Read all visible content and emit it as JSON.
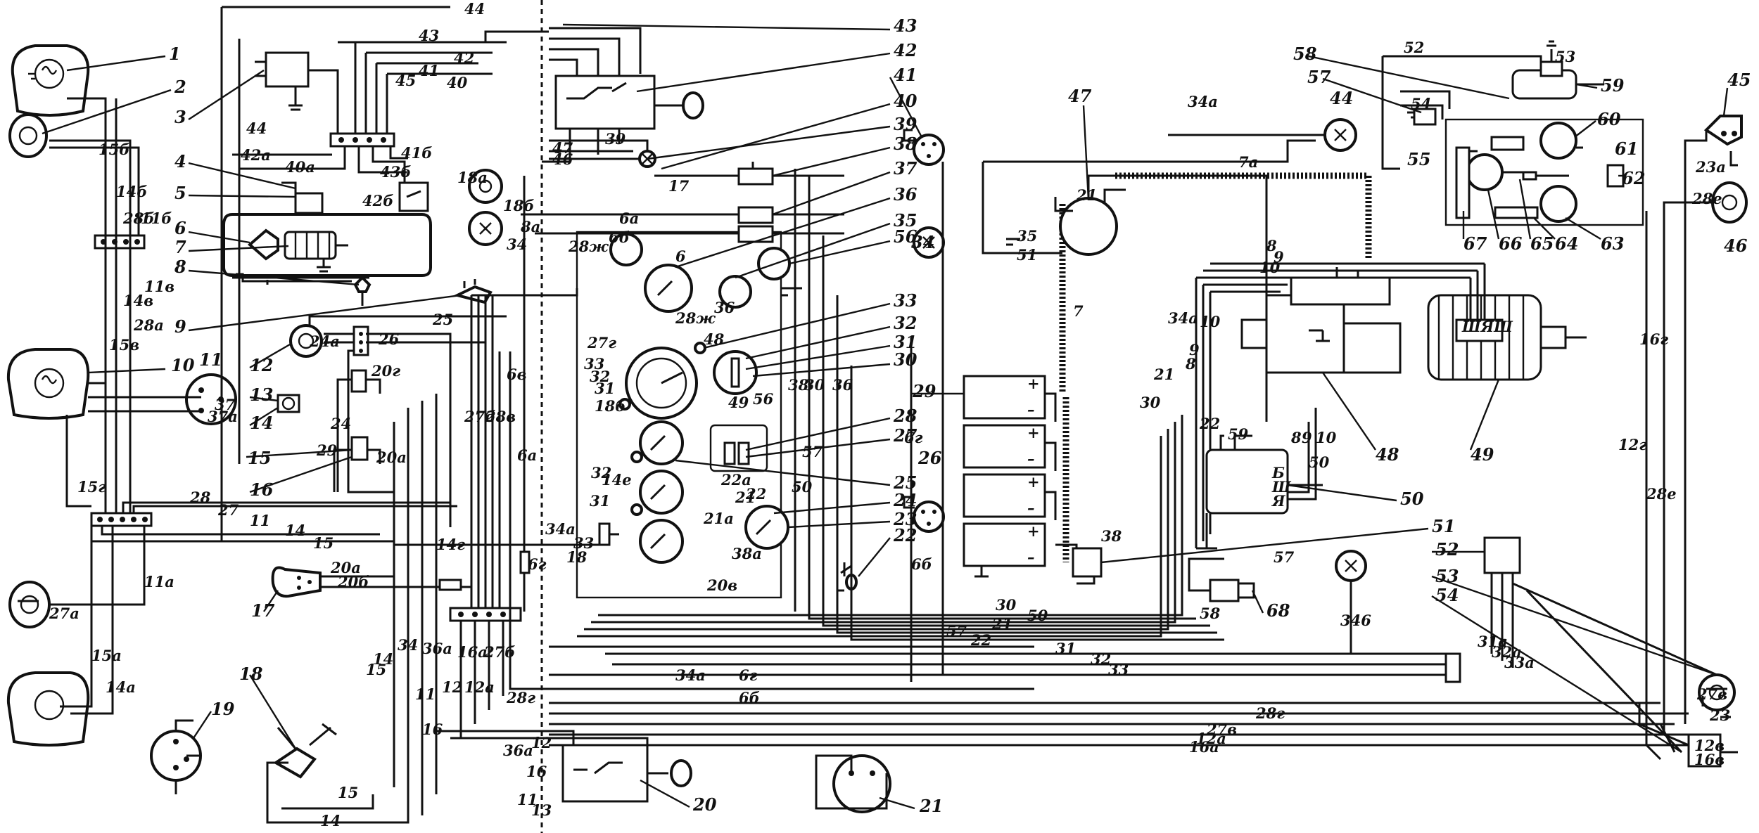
{
  "components": [
    {
      "id": "c1",
      "label": "1"
    },
    {
      "id": "c2",
      "label": "2"
    },
    {
      "id": "c3",
      "label": "3"
    },
    {
      "id": "c4",
      "label": "4"
    },
    {
      "id": "c5",
      "label": "5"
    },
    {
      "id": "c6",
      "label": "6"
    },
    {
      "id": "c7",
      "label": "7"
    },
    {
      "id": "c8",
      "label": "8"
    },
    {
      "id": "c9",
      "label": "9"
    },
    {
      "id": "c10",
      "label": "10"
    },
    {
      "id": "c11",
      "label": "11"
    },
    {
      "id": "c12",
      "label": "12"
    },
    {
      "id": "c13",
      "label": "13"
    },
    {
      "id": "c14",
      "label": "14"
    },
    {
      "id": "c15",
      "label": "15"
    },
    {
      "id": "c16",
      "label": "16"
    },
    {
      "id": "c17",
      "label": "17"
    },
    {
      "id": "c18",
      "label": "18"
    },
    {
      "id": "c19",
      "label": "19"
    },
    {
      "id": "c20",
      "label": "20"
    },
    {
      "id": "c21",
      "label": "21"
    },
    {
      "id": "c22",
      "label": "22"
    },
    {
      "id": "c23",
      "label": "23"
    },
    {
      "id": "c24",
      "label": "24"
    },
    {
      "id": "c25",
      "label": "25"
    },
    {
      "id": "c26",
      "label": "26"
    },
    {
      "id": "c27",
      "label": "27"
    },
    {
      "id": "c28",
      "label": "28"
    },
    {
      "id": "c29",
      "label": "29"
    },
    {
      "id": "c30",
      "label": "30"
    },
    {
      "id": "c31",
      "label": "31"
    },
    {
      "id": "c32",
      "label": "32"
    },
    {
      "id": "c33",
      "label": "33"
    },
    {
      "id": "c34",
      "label": "34"
    },
    {
      "id": "c35",
      "label": "35"
    },
    {
      "id": "c36",
      "label": "36"
    },
    {
      "id": "c37",
      "label": "37"
    },
    {
      "id": "c38",
      "label": "38"
    },
    {
      "id": "c39",
      "label": "39"
    },
    {
      "id": "c40",
      "label": "40"
    },
    {
      "id": "c41",
      "label": "41"
    },
    {
      "id": "c42",
      "label": "42"
    },
    {
      "id": "c43",
      "label": "43"
    },
    {
      "id": "c44",
      "label": "44"
    },
    {
      "id": "c45",
      "label": "45"
    },
    {
      "id": "c46",
      "label": "46"
    },
    {
      "id": "c47",
      "label": "47"
    },
    {
      "id": "c48",
      "label": "48"
    },
    {
      "id": "c49",
      "label": "49"
    },
    {
      "id": "c50",
      "label": "50"
    },
    {
      "id": "c51",
      "label": "51"
    },
    {
      "id": "c52",
      "label": "52"
    },
    {
      "id": "c53",
      "label": "53"
    },
    {
      "id": "c54",
      "label": "54"
    },
    {
      "id": "c55",
      "label": "55"
    },
    {
      "id": "c56",
      "label": "56"
    },
    {
      "id": "c57",
      "label": "57"
    },
    {
      "id": "c58",
      "label": "58"
    },
    {
      "id": "c59",
      "label": "59"
    },
    {
      "id": "c60",
      "label": "60"
    },
    {
      "id": "c61",
      "label": "61"
    },
    {
      "id": "c62",
      "label": "62"
    },
    {
      "id": "c63",
      "label": "63"
    },
    {
      "id": "c64",
      "label": "64"
    },
    {
      "id": "c65",
      "label": "65"
    },
    {
      "id": "c66",
      "label": "66"
    },
    {
      "id": "c67",
      "label": "67"
    },
    {
      "id": "c68",
      "label": "68"
    }
  ],
  "wires": [
    "15б",
    "14б",
    "28б",
    "11б",
    "11в",
    "14в",
    "28а",
    "15в",
    "37",
    "37а",
    "15г",
    "28",
    "27",
    "11",
    "14",
    "15",
    "14г",
    "20а",
    "20б",
    "20в",
    "27а",
    "11а",
    "15а",
    "14а",
    "24а",
    "26",
    "25",
    "20г",
    "24",
    "29",
    "20а",
    "42а",
    "40а",
    "43б",
    "41б",
    "42б",
    "45",
    "44",
    "43",
    "42",
    "41",
    "40",
    "47",
    "46",
    "39",
    "18а",
    "18б",
    "6а",
    "6б",
    "6",
    "17",
    "18",
    "19",
    "34",
    "28ж",
    "28ж",
    "38",
    "36",
    "56",
    "48",
    "35",
    "27г",
    "33",
    "32",
    "31",
    "18б",
    "14е",
    "31",
    "34а",
    "18",
    "33",
    "32",
    "22а",
    "21а",
    "21",
    "22",
    "50",
    "57",
    "38",
    "36",
    "30",
    "38а",
    "27",
    "28",
    "8а",
    "28в",
    "27б",
    "6в",
    "6г",
    "6а",
    "34",
    "36а",
    "16а",
    "12",
    "12а",
    "16",
    "28г",
    "27б",
    "11",
    "13",
    "14",
    "16",
    "15",
    "36а",
    "34а",
    "6г",
    "6б",
    "6г",
    "20в",
    "30",
    "50",
    "21",
    "22",
    "57",
    "31",
    "32",
    "33",
    "34а",
    "7а",
    "7",
    "21",
    "35",
    "51",
    "8",
    "9",
    "10",
    "22",
    "59",
    "8",
    "9",
    "10",
    "50",
    "57",
    "58",
    "346",
    "31а",
    "32а",
    "33а",
    "28г",
    "27в",
    "12а",
    "16а",
    "28е",
    "12г",
    "16г",
    "28е",
    "34а",
    "52",
    "53",
    "54",
    "55",
    "23а",
    "27в",
    "23",
    "12в",
    "16в"
  ],
  "terminals": {
    "ground_marks": "⏚",
    "generator_letters": "ШЯШ",
    "relay_letters": "Б Ш Я",
    "plus": "+",
    "minus": "–"
  }
}
